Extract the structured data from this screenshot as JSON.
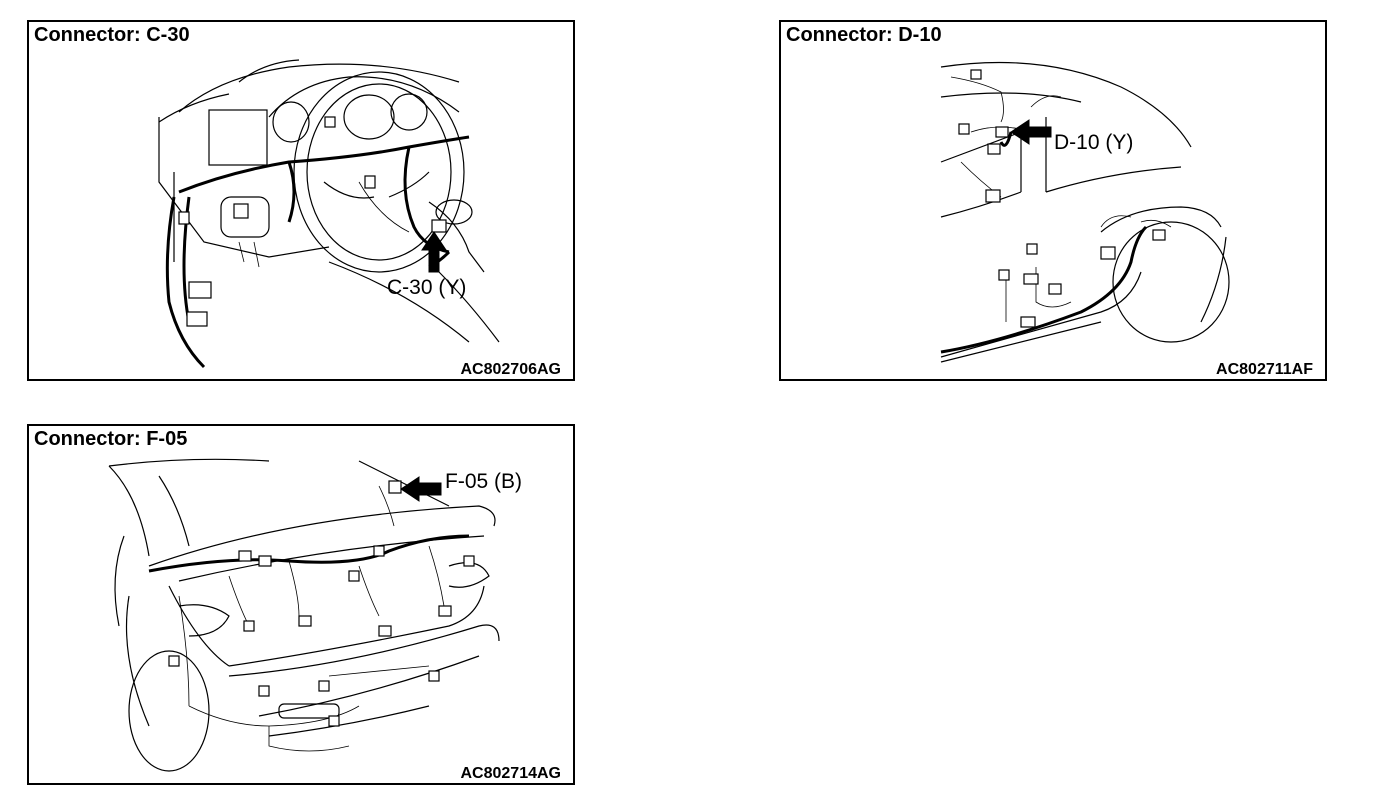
{
  "panels": [
    {
      "title": "Connector: C-30",
      "callout": "C-30 (Y)",
      "code": "AC802706AG"
    },
    {
      "title": "Connector: D-10",
      "callout": "D-10 (Y)",
      "code": "AC802711AF"
    },
    {
      "title": "Connector: F-05",
      "callout": "F-05 (B)",
      "code": "AC802714AG"
    }
  ]
}
